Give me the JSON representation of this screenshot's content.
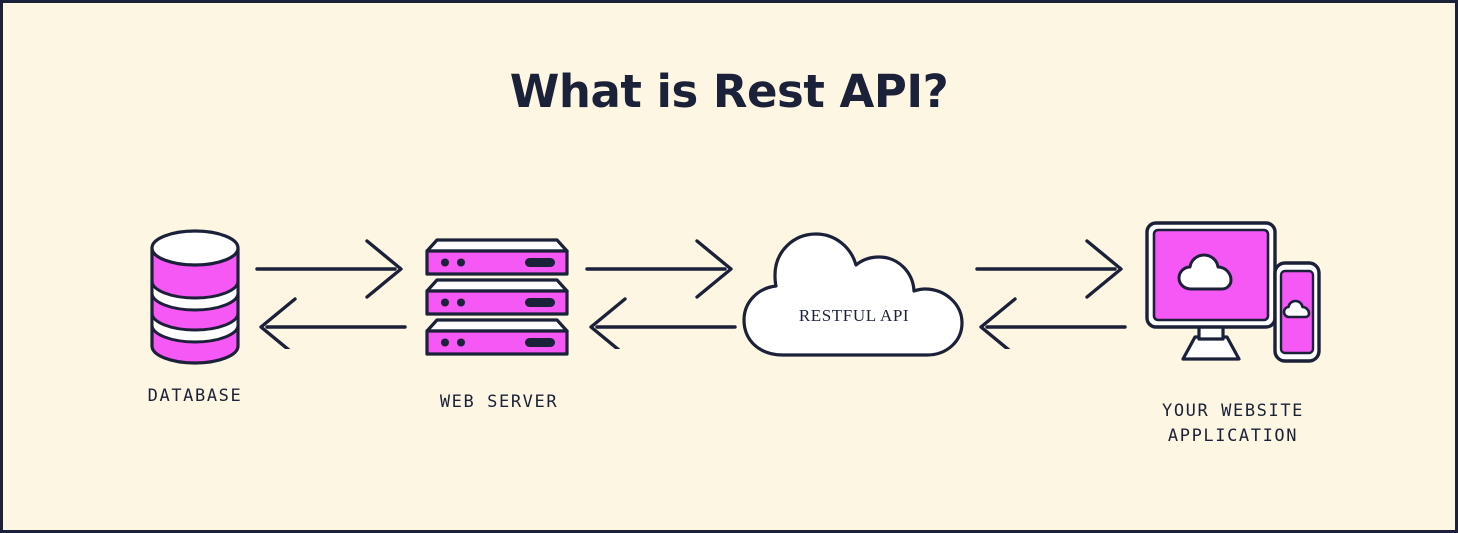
{
  "page": {
    "title": "What is Rest API?",
    "background_color": "#FDF6E3",
    "ink_color": "#1B2138",
    "accent_color": "#F558F5",
    "white": "#FFFFFF"
  },
  "diagram": {
    "type": "flow",
    "orientation": "horizontal",
    "nodes": [
      {
        "id": "database",
        "label": "DATABASE",
        "icon": "database-cylinder-icon"
      },
      {
        "id": "web-server",
        "label": "WEB SERVER",
        "icon": "server-stack-icon"
      },
      {
        "id": "restful-api",
        "label": "RESTFUL API",
        "icon": "cloud-icon"
      },
      {
        "id": "client",
        "label": "YOUR WEBSITE\nAPPLICATION",
        "icon": "monitor-phone-icon"
      }
    ],
    "connections": [
      {
        "id": "conn-db-server",
        "from": "database",
        "to": "web-server",
        "direction": "bidirectional"
      },
      {
        "id": "conn-server-api",
        "from": "web-server",
        "to": "restful-api",
        "direction": "bidirectional"
      },
      {
        "id": "conn-api-client",
        "from": "restful-api",
        "to": "client",
        "direction": "bidirectional"
      }
    ]
  }
}
